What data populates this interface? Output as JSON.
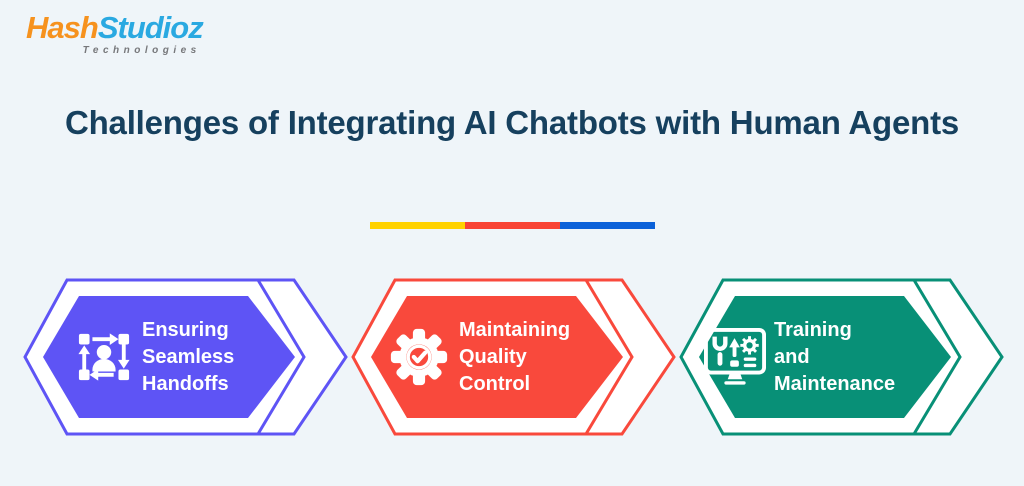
{
  "background_color": "#EFF5F9",
  "logo": {
    "brand_part1": "Hash",
    "brand_part2": "Studioz",
    "subtitle": "Technologies",
    "part1_color": "#F6921E",
    "part2_color": "#2AA9E1",
    "subtitle_color": "#77787B"
  },
  "title": {
    "text": "Challenges of Integrating AI Chatbots with Human Agents",
    "color": "#16405E"
  },
  "divider": {
    "colors": [
      "#FFD200",
      "#F84335",
      "#0B61D9"
    ]
  },
  "cards": [
    {
      "label": "Ensuring Seamless Handoffs",
      "lines": [
        "Ensuring",
        "Seamless",
        "Handoffs"
      ],
      "color": "#5E54F5",
      "icon": "handoff-workflow-icon"
    },
    {
      "label": "Maintaining Quality Control",
      "lines": [
        "Maintaining",
        "Quality",
        "Control"
      ],
      "color": "#F9493C",
      "icon": "quality-check-gear-icon"
    },
    {
      "label": "Training and Maintenance",
      "lines": [
        "Training",
        "and",
        "Maintenance"
      ],
      "color": "#089077",
      "icon": "monitor-maintenance-icon"
    }
  ]
}
